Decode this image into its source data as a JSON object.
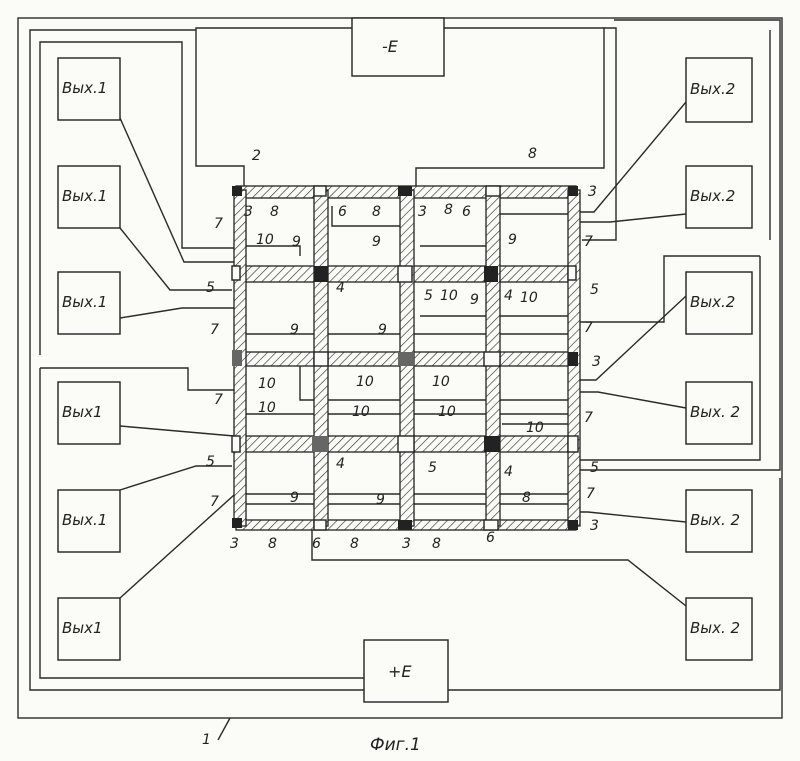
{
  "caption": "Фиг.1",
  "substrate_label": "1",
  "power": {
    "negative": "-E",
    "positive": "+E"
  },
  "pads": {
    "left": [
      "Вых.1",
      "Вых.1",
      "Вых.1",
      "Вых1",
      "Вых.1",
      "Вых1"
    ],
    "right": [
      "Вых.2",
      "Вых.2",
      "Вых.2",
      "Вых. 2",
      "Вых. 2",
      "Вых. 2"
    ]
  },
  "labels": {
    "l_2": "2",
    "l_8a": "8",
    "r1": [
      "3",
      "8",
      "6",
      "8",
      "3",
      "8",
      "6",
      "3"
    ],
    "r2": [
      "7",
      "10",
      "9",
      "9",
      "9",
      "7"
    ],
    "r3": [
      "5",
      "4",
      "5",
      "10",
      "9",
      "4",
      "10",
      "5"
    ],
    "r4": [
      "7",
      "9",
      "9",
      "7"
    ],
    "r5": [
      "10",
      "10",
      "10",
      "3"
    ],
    "r6": [
      "7",
      "10",
      "10",
      "10",
      "10",
      "7"
    ],
    "r7": [
      "5",
      "4",
      "5",
      "4",
      "5"
    ],
    "r8": [
      "7",
      "9",
      "9",
      "8",
      "7"
    ],
    "r9": [
      "3",
      "8",
      "6",
      "8",
      "3",
      "8",
      "6",
      "3"
    ]
  }
}
